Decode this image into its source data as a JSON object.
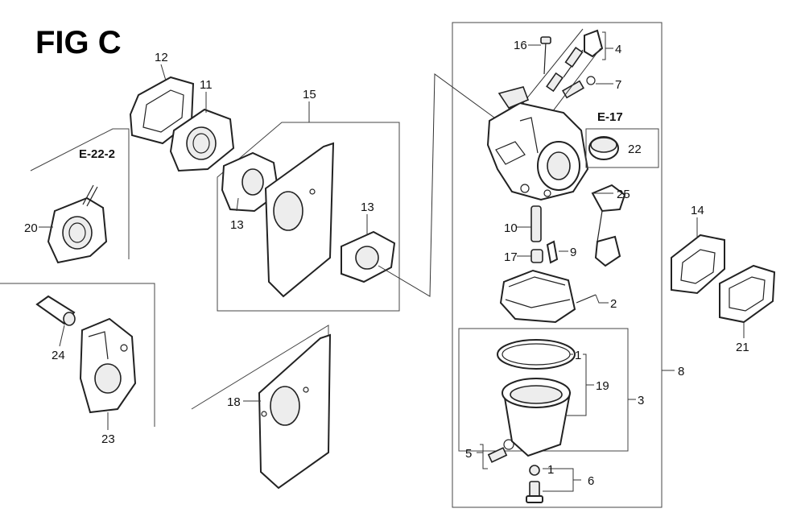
{
  "title": "FIG C",
  "references": [
    "E-22-2",
    "E-17"
  ],
  "callouts": [
    "12",
    "11",
    "15",
    "13",
    "13",
    "20",
    "24",
    "23",
    "18",
    "16",
    "4",
    "7",
    "22",
    "25",
    "10",
    "9",
    "17",
    "2",
    "1",
    "19",
    "3",
    "5",
    "1",
    "6",
    "8",
    "14",
    "21"
  ]
}
